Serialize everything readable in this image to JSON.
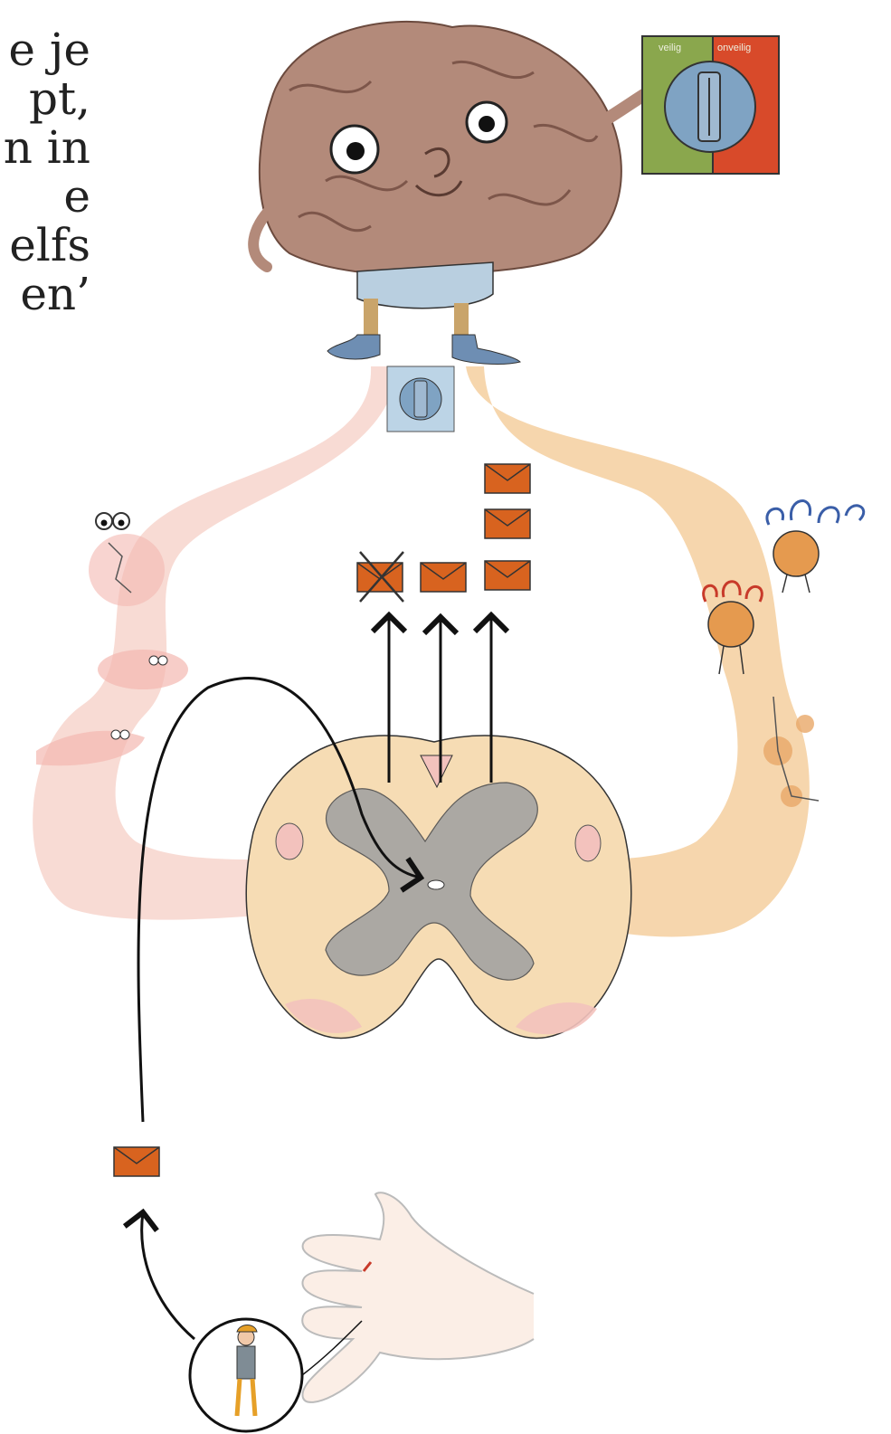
{
  "caption_lines": [
    "e je",
    "pt,",
    "n in",
    "e",
    "elfs",
    "en’"
  ],
  "safety_switch": {
    "safe_label": "veilig",
    "unsafe_label": "onveilig",
    "safe_color": "#8aa74d",
    "unsafe_color": "#d84a2a",
    "knob_color": "#7fa3c3"
  },
  "colors": {
    "pink_pathway": "#f7d5cd",
    "orange_pathway": "#f4cf9f",
    "spinal_cord": "#f6dcb4",
    "grey_matter": "#a8a6a3",
    "envelope": "#d8631f",
    "brain": "#b38a7a"
  },
  "icons": [
    "brain-character-icon",
    "dial-switch-icon",
    "envelope-icon",
    "arrow-up-icon",
    "molecule-character-icon",
    "curly-hair-character-icon",
    "spinal-cord-cross-section-icon",
    "hand-icon",
    "nerve-worker-character-icon"
  ]
}
